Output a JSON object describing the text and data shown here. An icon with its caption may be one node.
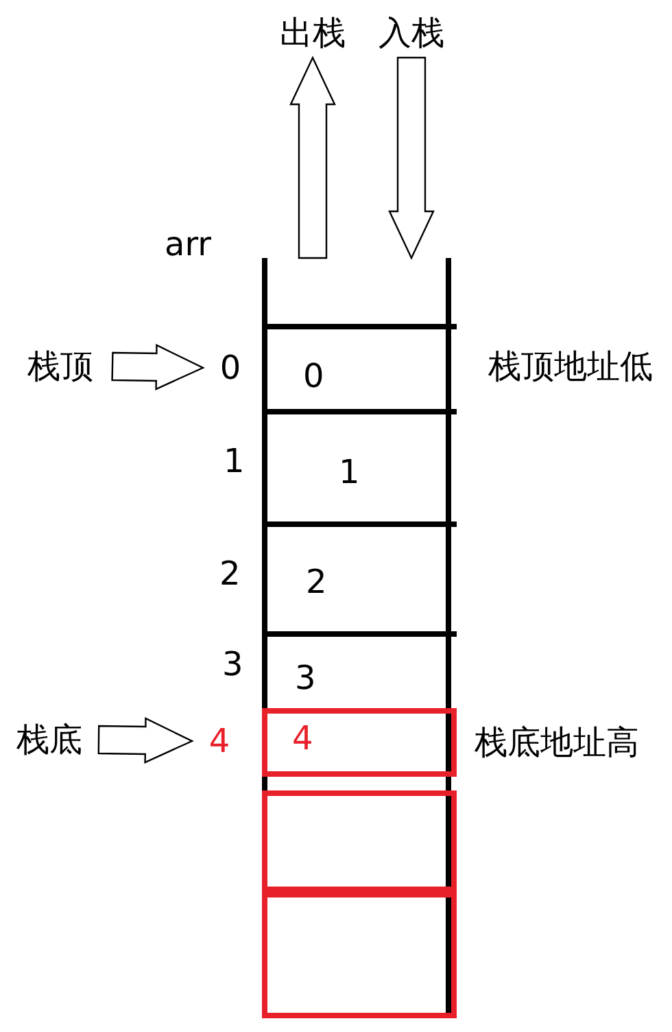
{
  "diagram": {
    "nodes": [
      {
        "text": [
          "出栈"
        ]
      },
      {
        "text": [
          "入栈"
        ]
      },
      {
        "text": [],
        "shape": "box"
      },
      {
        "text": [
          "0"
        ],
        "in": 2
      },
      {
        "text": [
          "1"
        ],
        "in": 2
      },
      {
        "text": [
          "2"
        ],
        "in": 2
      },
      {
        "text": [
          "3"
        ],
        "in": 2
      },
      {
        "text": [
          "4"
        ],
        "in": 2
      },
      {
        "text": [],
        "shape": "box",
        "in": 2
      },
      {
        "text": [],
        "shape": "box",
        "in": 2
      },
      {
        "text": [
          "栈顶"
        ]
      },
      {
        "text": [
          "0"
        ]
      },
      {
        "text": [
          "栈底"
        ]
      },
      {
        "text": [
          "4"
        ]
      }
    ],
    "edges": [
      {
        "from": 2,
        "to": 0,
        "arrow": "to"
      },
      {
        "from": 1,
        "to": 2,
        "arrow": "to"
      },
      {
        "from": 10,
        "to": 11,
        "arrow": "to"
      },
      {
        "from": 12,
        "to": 13,
        "arrow": "to"
      }
    ],
    "labels": [
      "arr",
      "1",
      "2",
      "3",
      "栈顶地址低",
      "栈底地址高"
    ]
  }
}
